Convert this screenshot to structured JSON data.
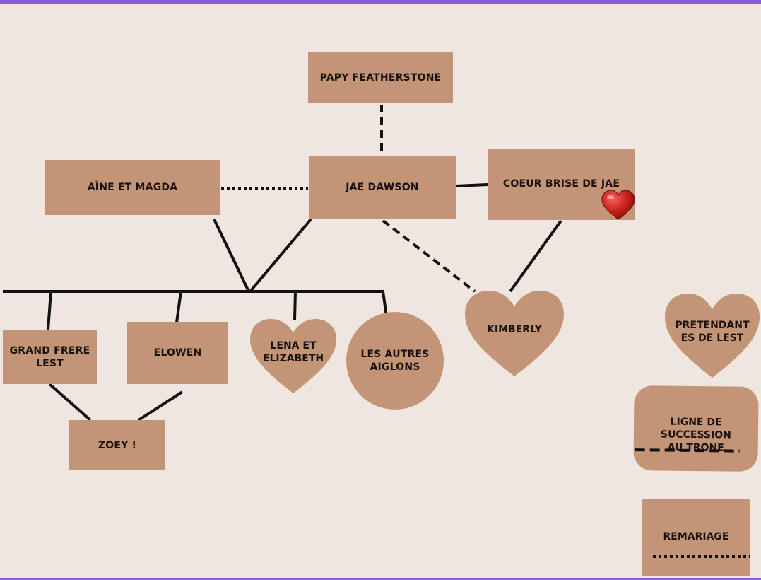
{
  "diagram": {
    "nodes": {
      "papy": "PAPY FEATHERSTONE",
      "jae": "JAE DAWSON",
      "aine": "AÌNE ET MAGDA",
      "coeur": "COEUR BRISE DE JAE",
      "grand_frere": [
        "GRAND FRERE",
        "LEST"
      ],
      "elowen": "ELOWEN",
      "lena": [
        "LENA ET",
        "ELIZABETH"
      ],
      "autres": [
        "LES AUTRES",
        "AIGLONS"
      ],
      "kimberly": "KIMBERLY",
      "zoey": "ZOEY !"
    },
    "legend": {
      "pretendant": [
        "PRETENDANT",
        "ES DE LEST"
      ],
      "succession": [
        "LIGNE DE SUCCESSION",
        "AU TRONE"
      ],
      "remariage": "REMARIAGE"
    }
  },
  "colors": {
    "box": "#c49476",
    "background": "#efe6df",
    "line": "#111111",
    "frame": "#8a5cd6",
    "heart_emoji": "#c8201a"
  },
  "icons": {
    "heart": "red-heart-icon"
  }
}
